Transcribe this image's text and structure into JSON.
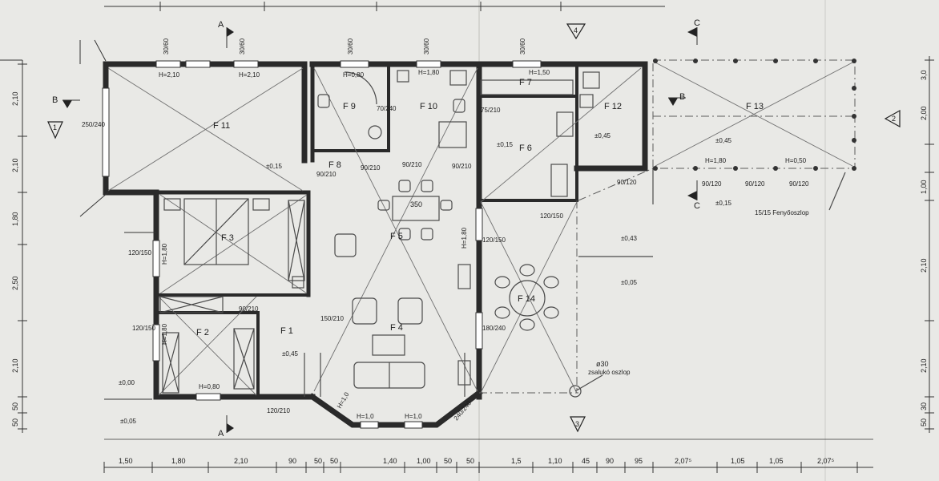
{
  "rooms": {
    "f1": "F 1",
    "f2": "F 2",
    "f3": "F 3",
    "f4": "F 4",
    "f5": "F 5",
    "f6": "F 6",
    "f7": "F 7",
    "f8": "F 8",
    "f9": "F 9",
    "f10": "F 10",
    "f11": "F 11",
    "f12": "F 12",
    "f13": "F 13",
    "f14": "F 14"
  },
  "section_marks": {
    "a_top": "A",
    "a_bottom": "A",
    "b_left": "B",
    "b_right": "B",
    "c_top": "C",
    "c_bottom": "C",
    "v1": "1",
    "v2": "2",
    "v3": "3",
    "v4": "4"
  },
  "labels": {
    "table": "350",
    "column": "ø30",
    "column_note": "zsalukó oszlop",
    "pergola": "15/15 Fenyőoszlop"
  },
  "bottom_dims": [
    "1,50",
    "1,80",
    "2,10",
    "90",
    "50",
    "50",
    "1,40",
    "1,00",
    "50",
    "50",
    "1,5",
    "1,10",
    "45",
    "90",
    "95",
    "2,07⁵",
    "1,05",
    "1,05",
    "2,07⁵"
  ],
  "left_dims": [
    "2,10",
    "2,10",
    "1,80",
    "2,50",
    "2,10",
    "50",
    "50"
  ],
  "right_dims": [
    "3,0",
    "2,00",
    "1,00",
    "2,10",
    "2,10",
    "30",
    "50"
  ],
  "windows": {
    "w1": "30/60",
    "w2": "30/60",
    "w3": "30/60",
    "w4": "30/60",
    "w5": "30/60",
    "h1": "H=2,10",
    "h2": "H=2,10",
    "h3": "H=0,80",
    "h4": "H=1,80",
    "h5": "H=1,50",
    "h6": "H=1,80",
    "h7": "H=1,80",
    "h8": "H=1,80",
    "h9": "H=1,80",
    "h10": "H=0,50",
    "h11": "H=1,0",
    "h12": "H=1,0",
    "h13": "H=1,0",
    "h14": "H=0,80"
  },
  "openings": {
    "o1": "250/240",
    "o2": "90/210",
    "o3": "90/210",
    "o4": "120/150",
    "o5": "120/150",
    "o6": "120/150",
    "o7": "90/210",
    "o8": "150/210",
    "o9": "180/240",
    "o10": "120/150",
    "o11": "75/210",
    "o12": "90/210",
    "o13": "90/120",
    "o14": "240/240",
    "o15": "90/120",
    "o16": "90/120",
    "o17": "90/120",
    "o18": "90/210",
    "o19": "70/240",
    "o20": "120/210"
  },
  "levels": {
    "l1": "±0,15",
    "l2": "±0,45",
    "l3": "±0,45",
    "l4": "±0,43",
    "l5": "±0,05",
    "l6": "±0,45",
    "l7": "±0,15",
    "l8": "±0,15",
    "l9": "±0,00",
    "l10": "±0,05"
  }
}
